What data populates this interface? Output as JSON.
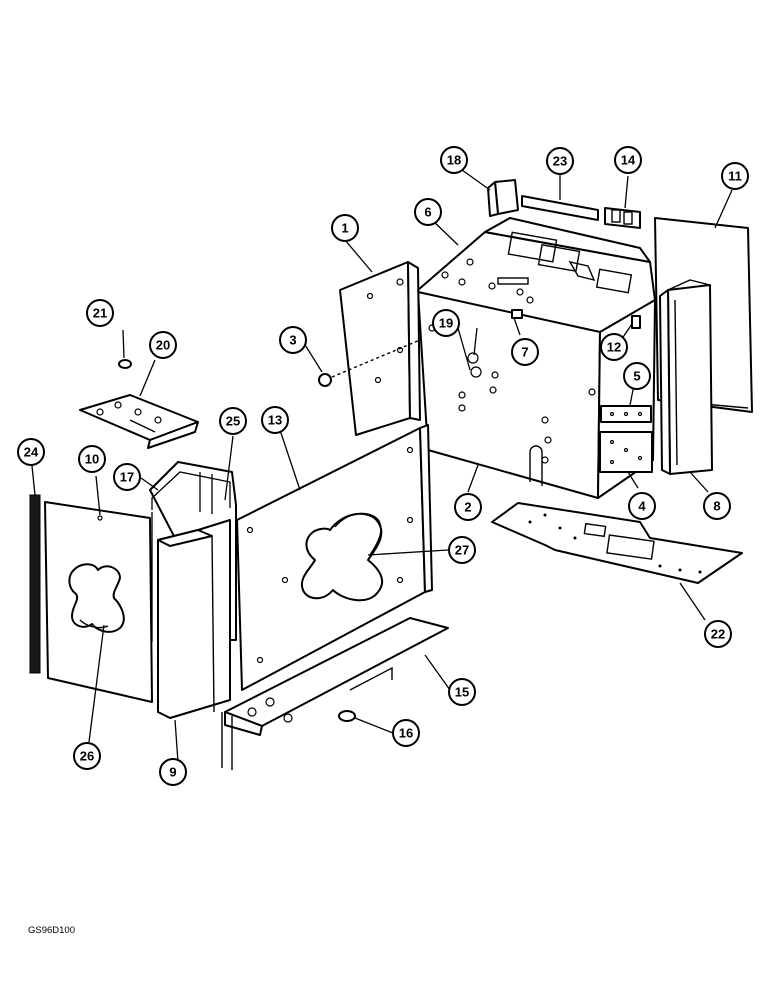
{
  "diagram": {
    "figure_code": "GS96D100",
    "callouts": [
      "1",
      "2",
      "3",
      "4",
      "5",
      "6",
      "7",
      "8",
      "9",
      "10",
      "11",
      "12",
      "13",
      "14",
      "15",
      "16",
      "17",
      "18",
      "19",
      "20",
      "21",
      "22",
      "23",
      "24",
      "25",
      "26",
      "27"
    ]
  }
}
